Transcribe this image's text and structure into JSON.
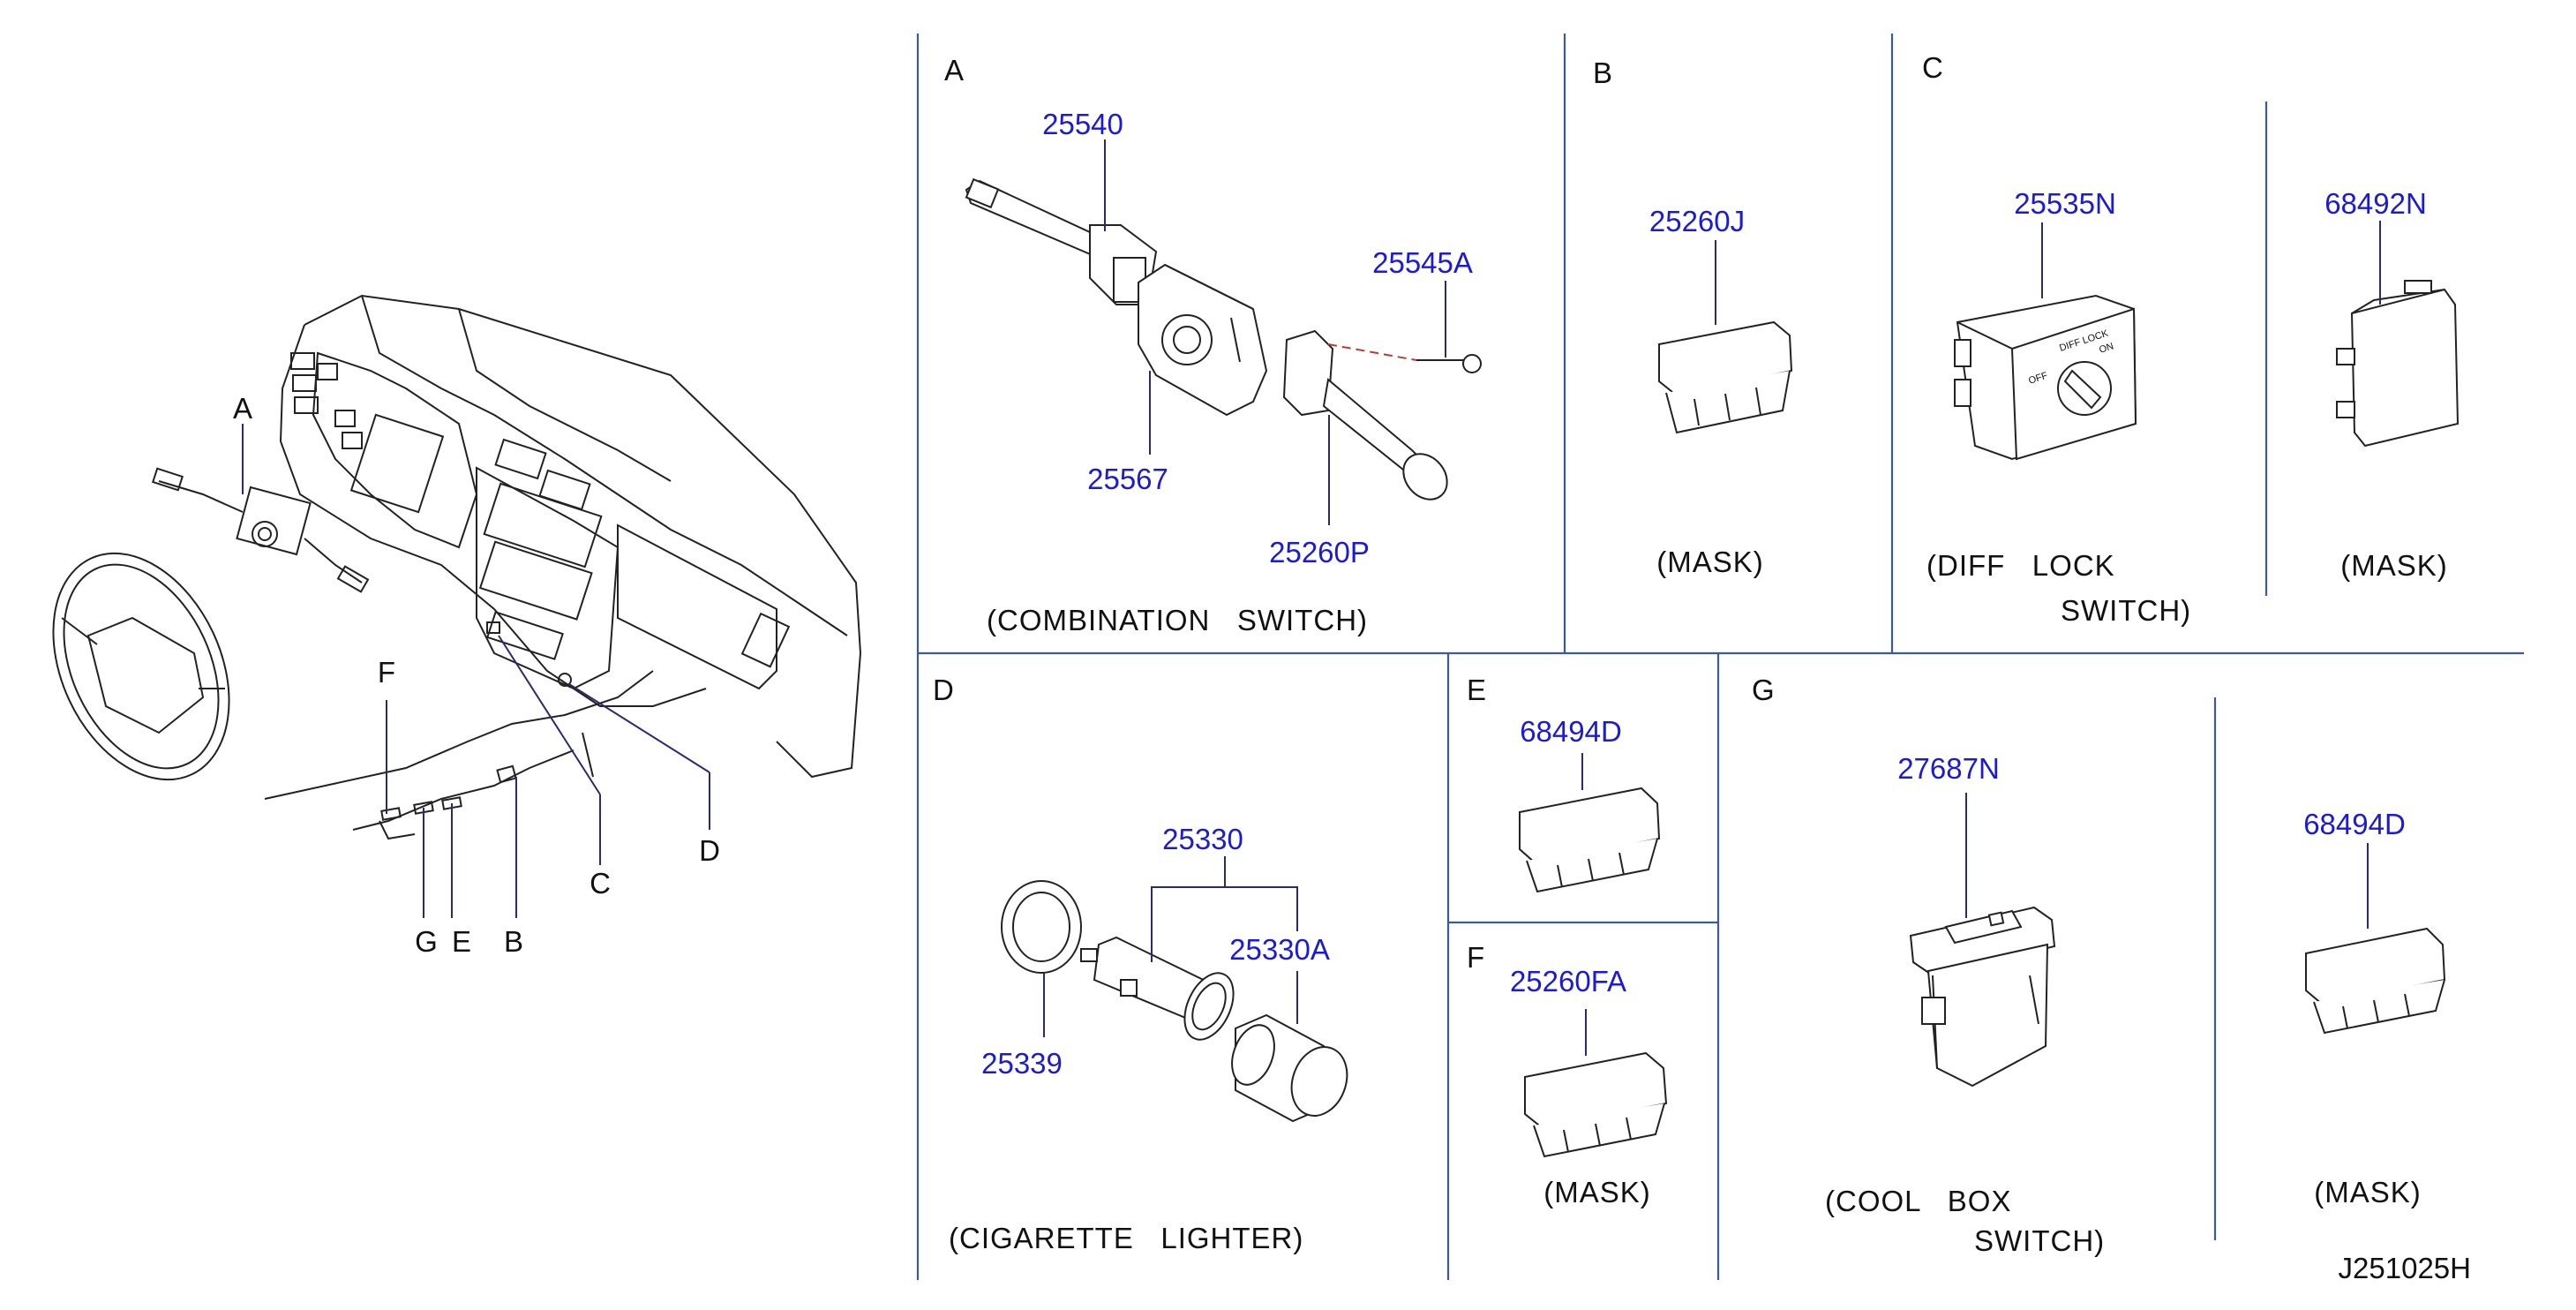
{
  "overview": {
    "labels": {
      "A": "A",
      "B": "B",
      "C": "C",
      "D": "D",
      "E": "E",
      "F": "F",
      "G": "G"
    }
  },
  "section_A": {
    "letter": "A",
    "parts": [
      "25540",
      "25545A",
      "25567",
      "25260P"
    ],
    "caption": "(COMBINATION   SWITCH)"
  },
  "section_B": {
    "letter": "B",
    "parts": [
      "25260J"
    ],
    "caption": "(MASK)"
  },
  "section_C": {
    "letter": "C",
    "parts": [
      "25535N",
      "68492N"
    ],
    "switch_text": [
      "DIFF LOCK",
      "OFF",
      "ON"
    ],
    "caption_line1": "(DIFF   LOCK",
    "caption_line2": "SWITCH)",
    "caption_mask": "(MASK)"
  },
  "section_D": {
    "letter": "D",
    "parts": [
      "25330",
      "25330A",
      "25339"
    ],
    "caption": "(CIGARETTE   LIGHTER)"
  },
  "section_E": {
    "letter": "E",
    "parts": [
      "68494D"
    ]
  },
  "section_F": {
    "letter": "F",
    "parts": [
      "25260FA"
    ],
    "caption": "(MASK)"
  },
  "section_G": {
    "letter": "G",
    "parts": [
      "27687N",
      "68494D"
    ],
    "caption_line1": "(COOL   BOX",
    "caption_line2": "SWITCH)",
    "caption_mask": "(MASK)"
  },
  "diagram_code": "J251025H",
  "colors": {
    "part_number": "#1a1ad8",
    "divider": "#3c5a96",
    "line": "#222222"
  }
}
